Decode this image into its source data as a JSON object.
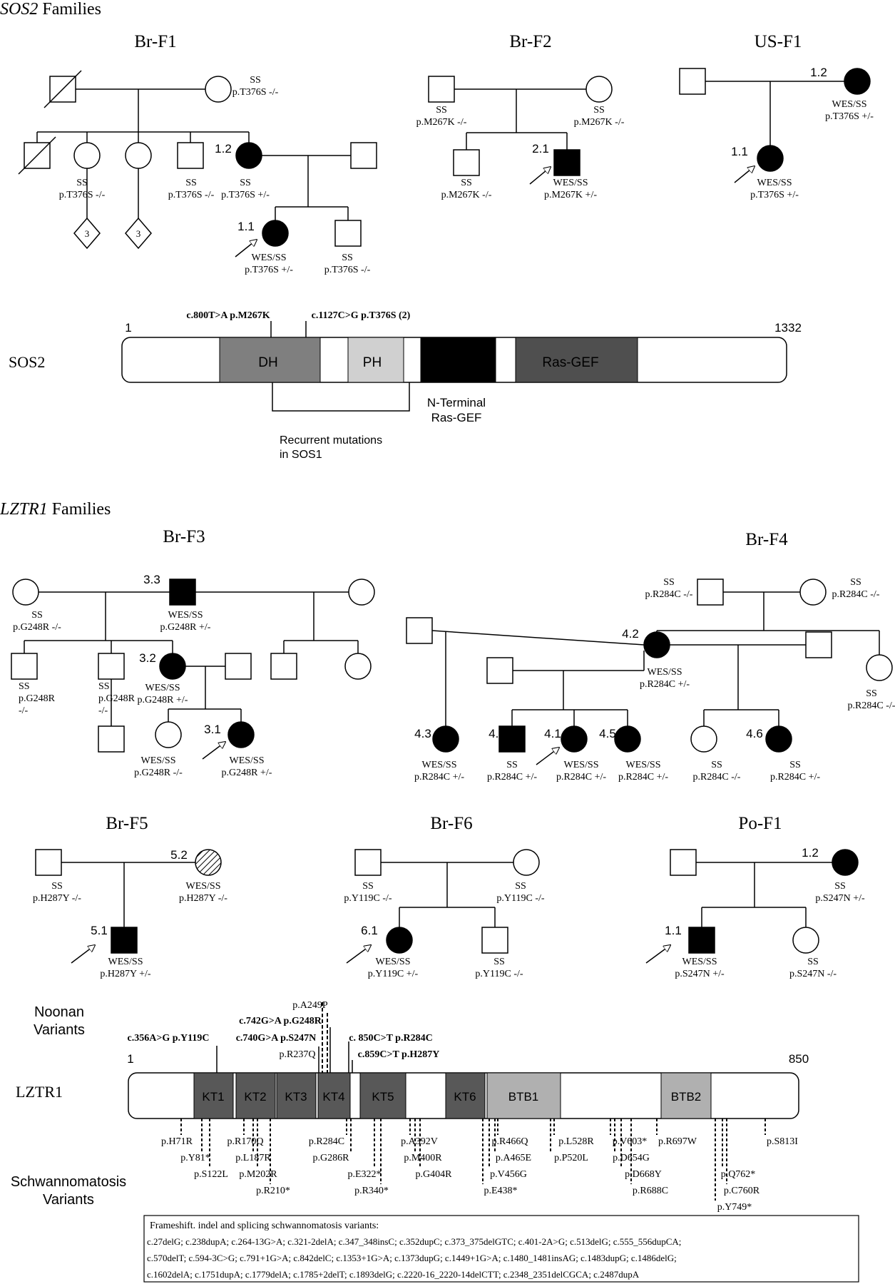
{
  "sos2": {
    "title_gene": "SOS2",
    "title_rest": " Families",
    "families": {
      "brf1": {
        "name": "Br-F1",
        "founders_mother": "SS\np.T376S -/-",
        "sib2": "SS\np.T376S -/-",
        "sib4": "SS\np.T376S -/-",
        "sib5_id": "1.2",
        "sib5": "SS\np.T376S +/-",
        "div1": "3",
        "div2": "3",
        "child1_id": "1.1",
        "child1": "WES/SS\np.T376S +/-",
        "child2": "SS\np.T376S -/-"
      },
      "brf2": {
        "name": "Br-F2",
        "father": "SS\np.M267K -/-",
        "mother": "SS\np.M267K -/-",
        "child1": "SS\np.M267K -/-",
        "child2_id": "2.1",
        "child2": "WES/SS\np.M267K +/-"
      },
      "usf1": {
        "name": "US-F1",
        "mother_id": "1.2",
        "mother": "WES/SS\np.T376S +/-",
        "child_id": "1.1",
        "child": "WES/SS\np.T376S +/-"
      }
    },
    "protein": {
      "label": "SOS2",
      "start": "1",
      "end": "1332",
      "mut1": "c.800T>A p.M267K",
      "mut2": "c.1127C>G p.T376S (2)",
      "domains": [
        "DH",
        "PH",
        "",
        "Ras-GEF"
      ],
      "bracket_label": "Recurrent mutations\nin SOS1",
      "nterm_label": "N-Terminal\nRas-GEF"
    }
  },
  "lztr1": {
    "title_gene": "LZTR1",
    "title_rest": " Families",
    "families": {
      "brf3": {
        "name": "Br-F3",
        "wife1": "SS\np.G248R -/-",
        "father_id": "3.3",
        "father": "WES/SS\np.G248R +/-",
        "c1": "SS\np.G248R\n-/-",
        "c2": "SS\np.G248R\n-/-",
        "c3_id": "3.2",
        "c3": "WES/SS\np.G248R +/-",
        "gc1": "WES/SS\np.G248R -/-",
        "gc2_id": "3.1",
        "gc2": "WES/SS\np.G248R +/-"
      },
      "brf4": {
        "name": "Br-F4",
        "gf": "SS\np.R284C -/-",
        "gm": "SS\np.R284C -/-",
        "mother_id": "4.2",
        "mother": "WES/SS\np.R284C +/-",
        "sib": "SS\np.R284C -/-",
        "k1_id": "4.3",
        "k1": "WES/SS\np.R284C +/-",
        "k2_id": "4.4",
        "k2": "SS\np.R284C +/-",
        "k3_id": "4.1",
        "k3": "WES/SS\np.R284C +/-",
        "k4_id": "4.5",
        "k4": "WES/SS\np.R284C +/-",
        "k5": "SS\np.R284C -/-",
        "k6_id": "4.6",
        "k6": "SS\np.R284C +/-"
      },
      "brf5": {
        "name": "Br-F5",
        "father": "SS\np.H287Y -/-",
        "mother_id": "5.2",
        "mother": "WES/SS\np.H287Y -/-",
        "child_id": "5.1",
        "child": "WES/SS\np.H287Y +/-"
      },
      "brf6": {
        "name": "Br-F6",
        "father": "SS\np.Y119C -/-",
        "mother": "SS\np.Y119C -/-",
        "child1_id": "6.1",
        "child1": "WES/SS\np.Y119C +/-",
        "child2": "SS\np.Y119C -/-"
      },
      "pof1": {
        "name": "Po-F1",
        "mother_id": "1.2",
        "mother": "SS\np.S247N +/-",
        "child1_id": "1.1",
        "child1": "WES/SS\np.S247N +/-",
        "child2": "SS\np.S247N -/-"
      }
    },
    "protein": {
      "label": "LZTR1",
      "start": "1",
      "end": "850",
      "noonan_label": "Noonan\nVariants",
      "schwann_label": "Schwannomatosis\nVariants",
      "domains": [
        "KT1",
        "KT2",
        "KT3",
        "KT4",
        "KT5",
        "KT6",
        "BTB1",
        "BTB2"
      ],
      "noonan": {
        "y119c": "c.356A>G p.Y119C",
        "a249p": "p.A249P",
        "g248r": "c.742G>A p.G248R",
        "s247n": "c.740G>A p.S247N",
        "r237q": "p.R237Q",
        "r284c": "c. 850C>T p.R284C",
        "h287y": "c.859C>T p.H287Y"
      },
      "schwann": [
        "p.H71R",
        "p.Y81*",
        "p.S122L",
        "p.R170Q",
        "p.L187R",
        "p.M202R",
        "p.R210*",
        "p.R284C",
        "p.G286R",
        "p.E322*",
        "p.R340*",
        "p.A392V",
        "p.M400R",
        "p.G404R",
        "p.R466Q",
        "p.A465E",
        "p.V456G",
        "p.E438*",
        "p.L528R",
        "p.P520L",
        "p.V603*",
        "p.D654G",
        "p.D668Y",
        "p.R688C",
        "p.R697W",
        "p.Q762*",
        "p.C760R",
        "p.Y749*",
        "p.S813I"
      ]
    },
    "box": {
      "title": "Frameshift. indel and splicing schwannomatosis variants:",
      "lines": [
        "c.27delG; c.238dupA; c.264-13G>A; c.321-2delA; c.347_348insC; c.352dupC; c.373_375delGTC; c.401-2A>G; c.513delG; c.555_556dupCA;",
        "c.570delT; c.594-3C>G; c.791+1G>A; c.842delC; c.1353+1G>A; c.1373dupG; c.1449+1G>A; c.1480_1481insAG; c.1483dupG; c.1486delG;",
        "c.1602delA; c.1751dupA; c.1779delA; c.1785+2delT; c.1893delG; c.2220-16_2220-14delCTT; c.2348_2351delCGCA; c.2487dupA"
      ]
    }
  }
}
